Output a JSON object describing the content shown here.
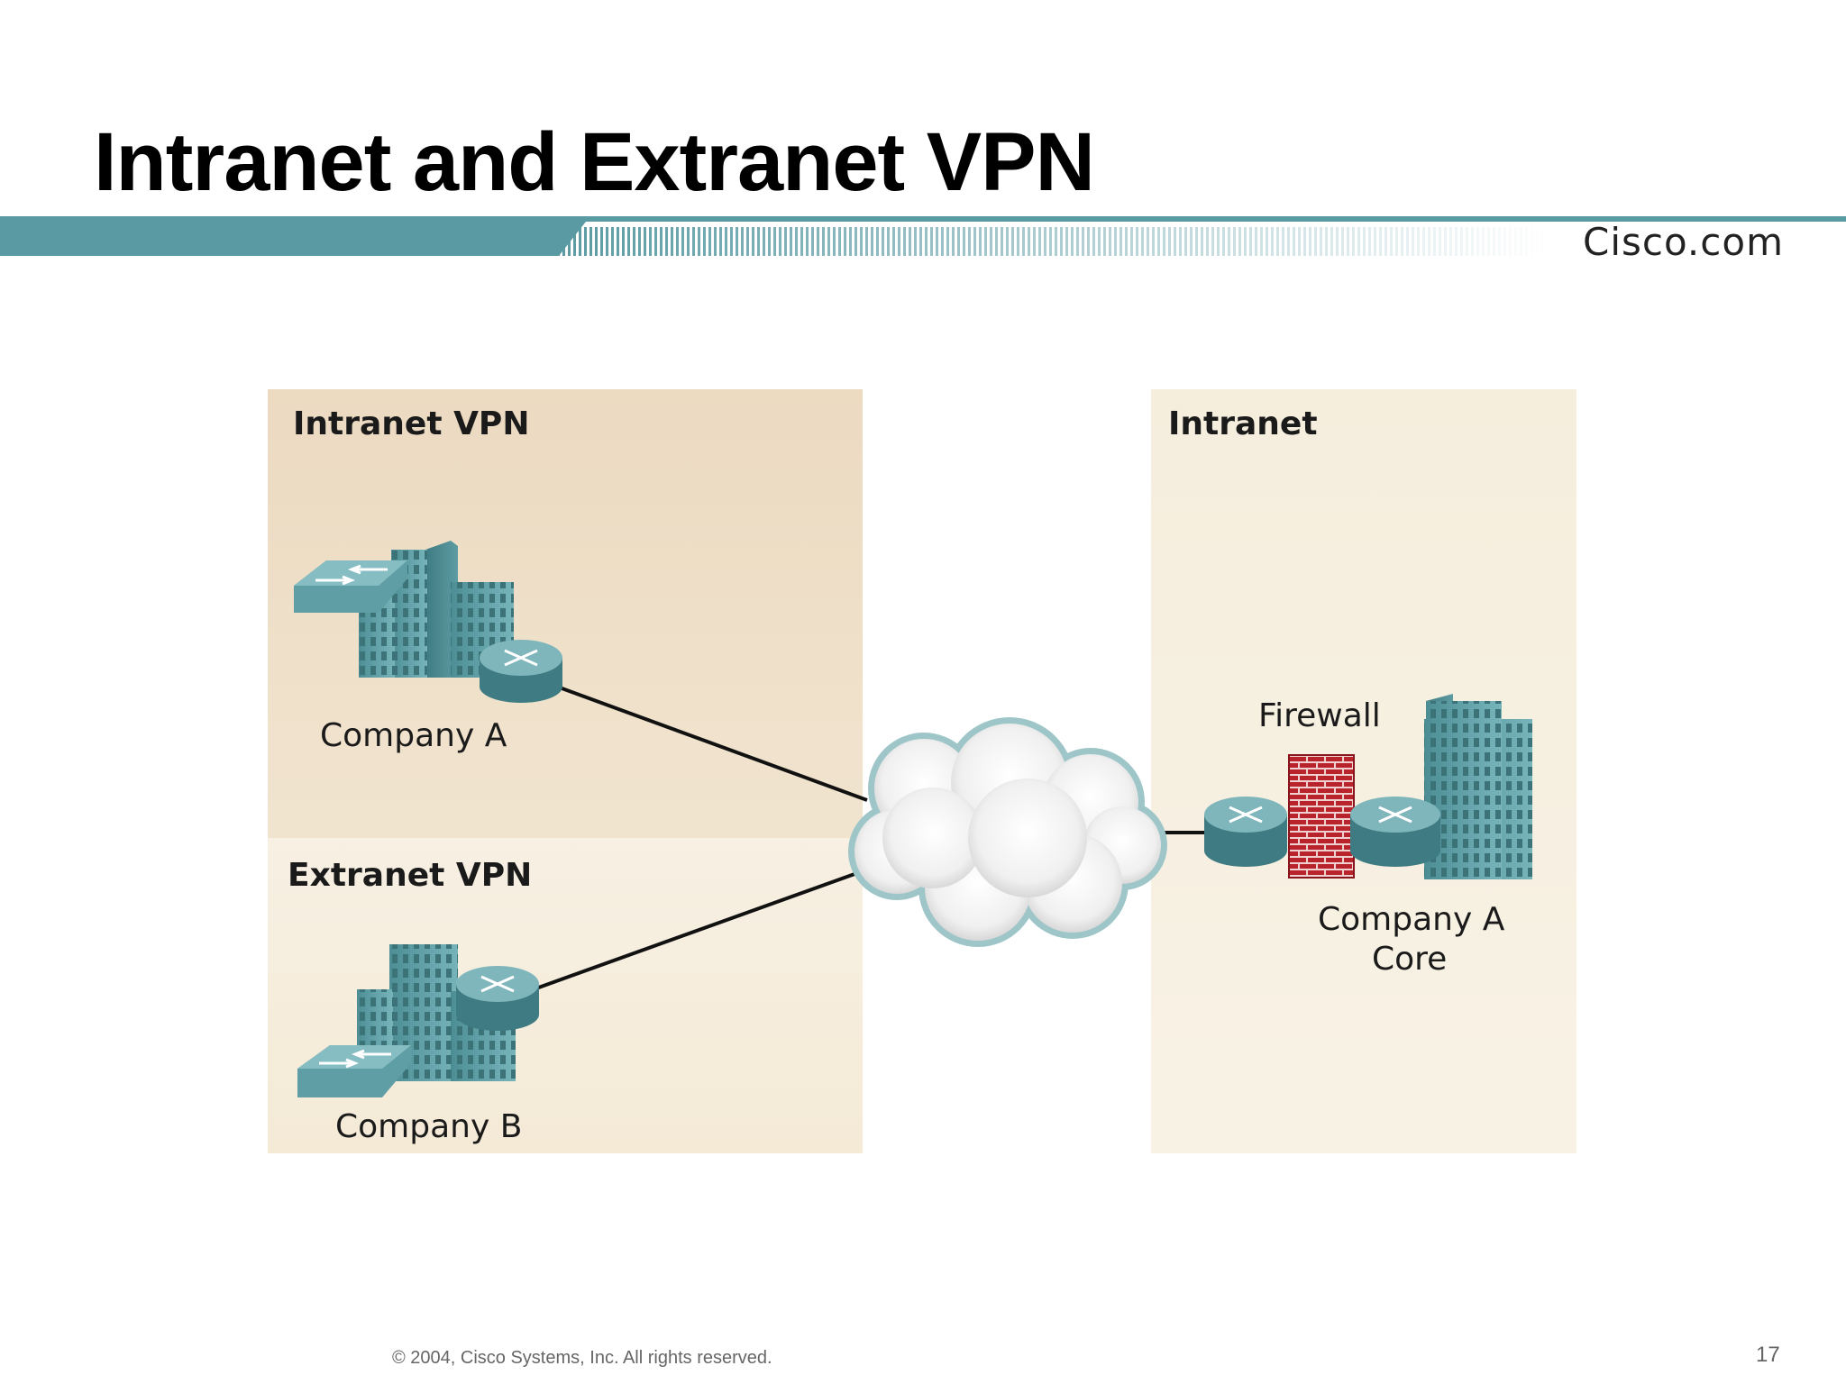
{
  "slide": {
    "title": "Intranet and Extranet VPN",
    "brand": "Cisco.com",
    "footer": "© 2004, Cisco Systems, Inc. All rights reserved.",
    "page_number": "17"
  },
  "diagram": {
    "regions": {
      "intranet_vpn": "Intranet VPN",
      "extranet_vpn": "Extranet VPN",
      "intranet": "Intranet"
    },
    "nodes": {
      "company_a": "Company A",
      "company_b": "Company B",
      "firewall": "Firewall",
      "company_a_core_line1": "Company A",
      "company_a_core_line2": "Core"
    }
  },
  "colors": {
    "banner_teal": "#5a9aa3",
    "device_teal": "#5e9ea4",
    "firewall_red": "#b0202a",
    "intranet_vpn_bg": "#eddcc5",
    "extranet_vpn_bg": "#f6eedf",
    "intranet_bg": "#f6efde"
  }
}
